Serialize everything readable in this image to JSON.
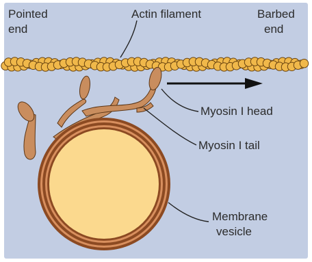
{
  "labels": {
    "pointed_end_1": "Pointed",
    "pointed_end_2": "end",
    "actin_filament": "Actin filament",
    "barbed_end_1": "Barbed",
    "barbed_end_2": "end",
    "myosin_head": "Myosin I head",
    "myosin_tail": "Myosin I tail",
    "membrane_1": "Membrane",
    "membrane_2": "vesicle"
  },
  "colors": {
    "background": "#c2cde3",
    "actin": "#f0b84a",
    "actin_outline": "#6a4410",
    "myosin": "#c98d5e",
    "vesicle_fill": "#fbd98e",
    "vesicle_rings": "#a35a2c",
    "arrow": "#111111"
  }
}
